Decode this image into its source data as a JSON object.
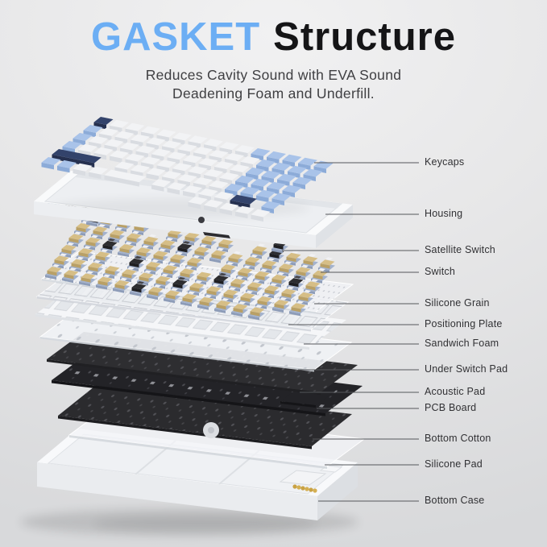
{
  "header": {
    "title_highlight": "GASKET",
    "title_rest": "Structure",
    "subtitle_line1": "Reduces Cavity Sound with EVA Sound",
    "subtitle_line2": "Deadening Foam and Underfill."
  },
  "colors": {
    "accent_blue": "#6caef4",
    "title_black": "#151517",
    "subtitle_gray": "#3f3f42",
    "label_gray": "#313134",
    "leader_line": "#55575b",
    "keycap_blue": "#a9c3e9",
    "keycap_white": "#f2f3f5",
    "keycap_navy": "#33436b",
    "switch_tan": "#d6be86",
    "switch_black": "#2d2d30",
    "foam_white": "#f5f6f8",
    "layer_black": "#2b2b2e",
    "case_white": "#f8f9fb",
    "background_top": "#f1f1f2",
    "background_bottom": "#d8d9db"
  },
  "diagram": {
    "labels": [
      {
        "text": "Keycaps"
      },
      {
        "text": "Housing"
      },
      {
        "text": "Satellite Switch"
      },
      {
        "text": "Switch"
      },
      {
        "text": "Silicone Grain"
      },
      {
        "text": "Positioning Plate"
      },
      {
        "text": "Sandwich Foam"
      },
      {
        "text": "Under Switch Pad"
      },
      {
        "text": "Acoustic Pad"
      },
      {
        "text": "PCB Board"
      },
      {
        "text": "Bottom Cotton"
      },
      {
        "text": "Silicone Pad"
      },
      {
        "text": "Bottom Case"
      }
    ]
  }
}
